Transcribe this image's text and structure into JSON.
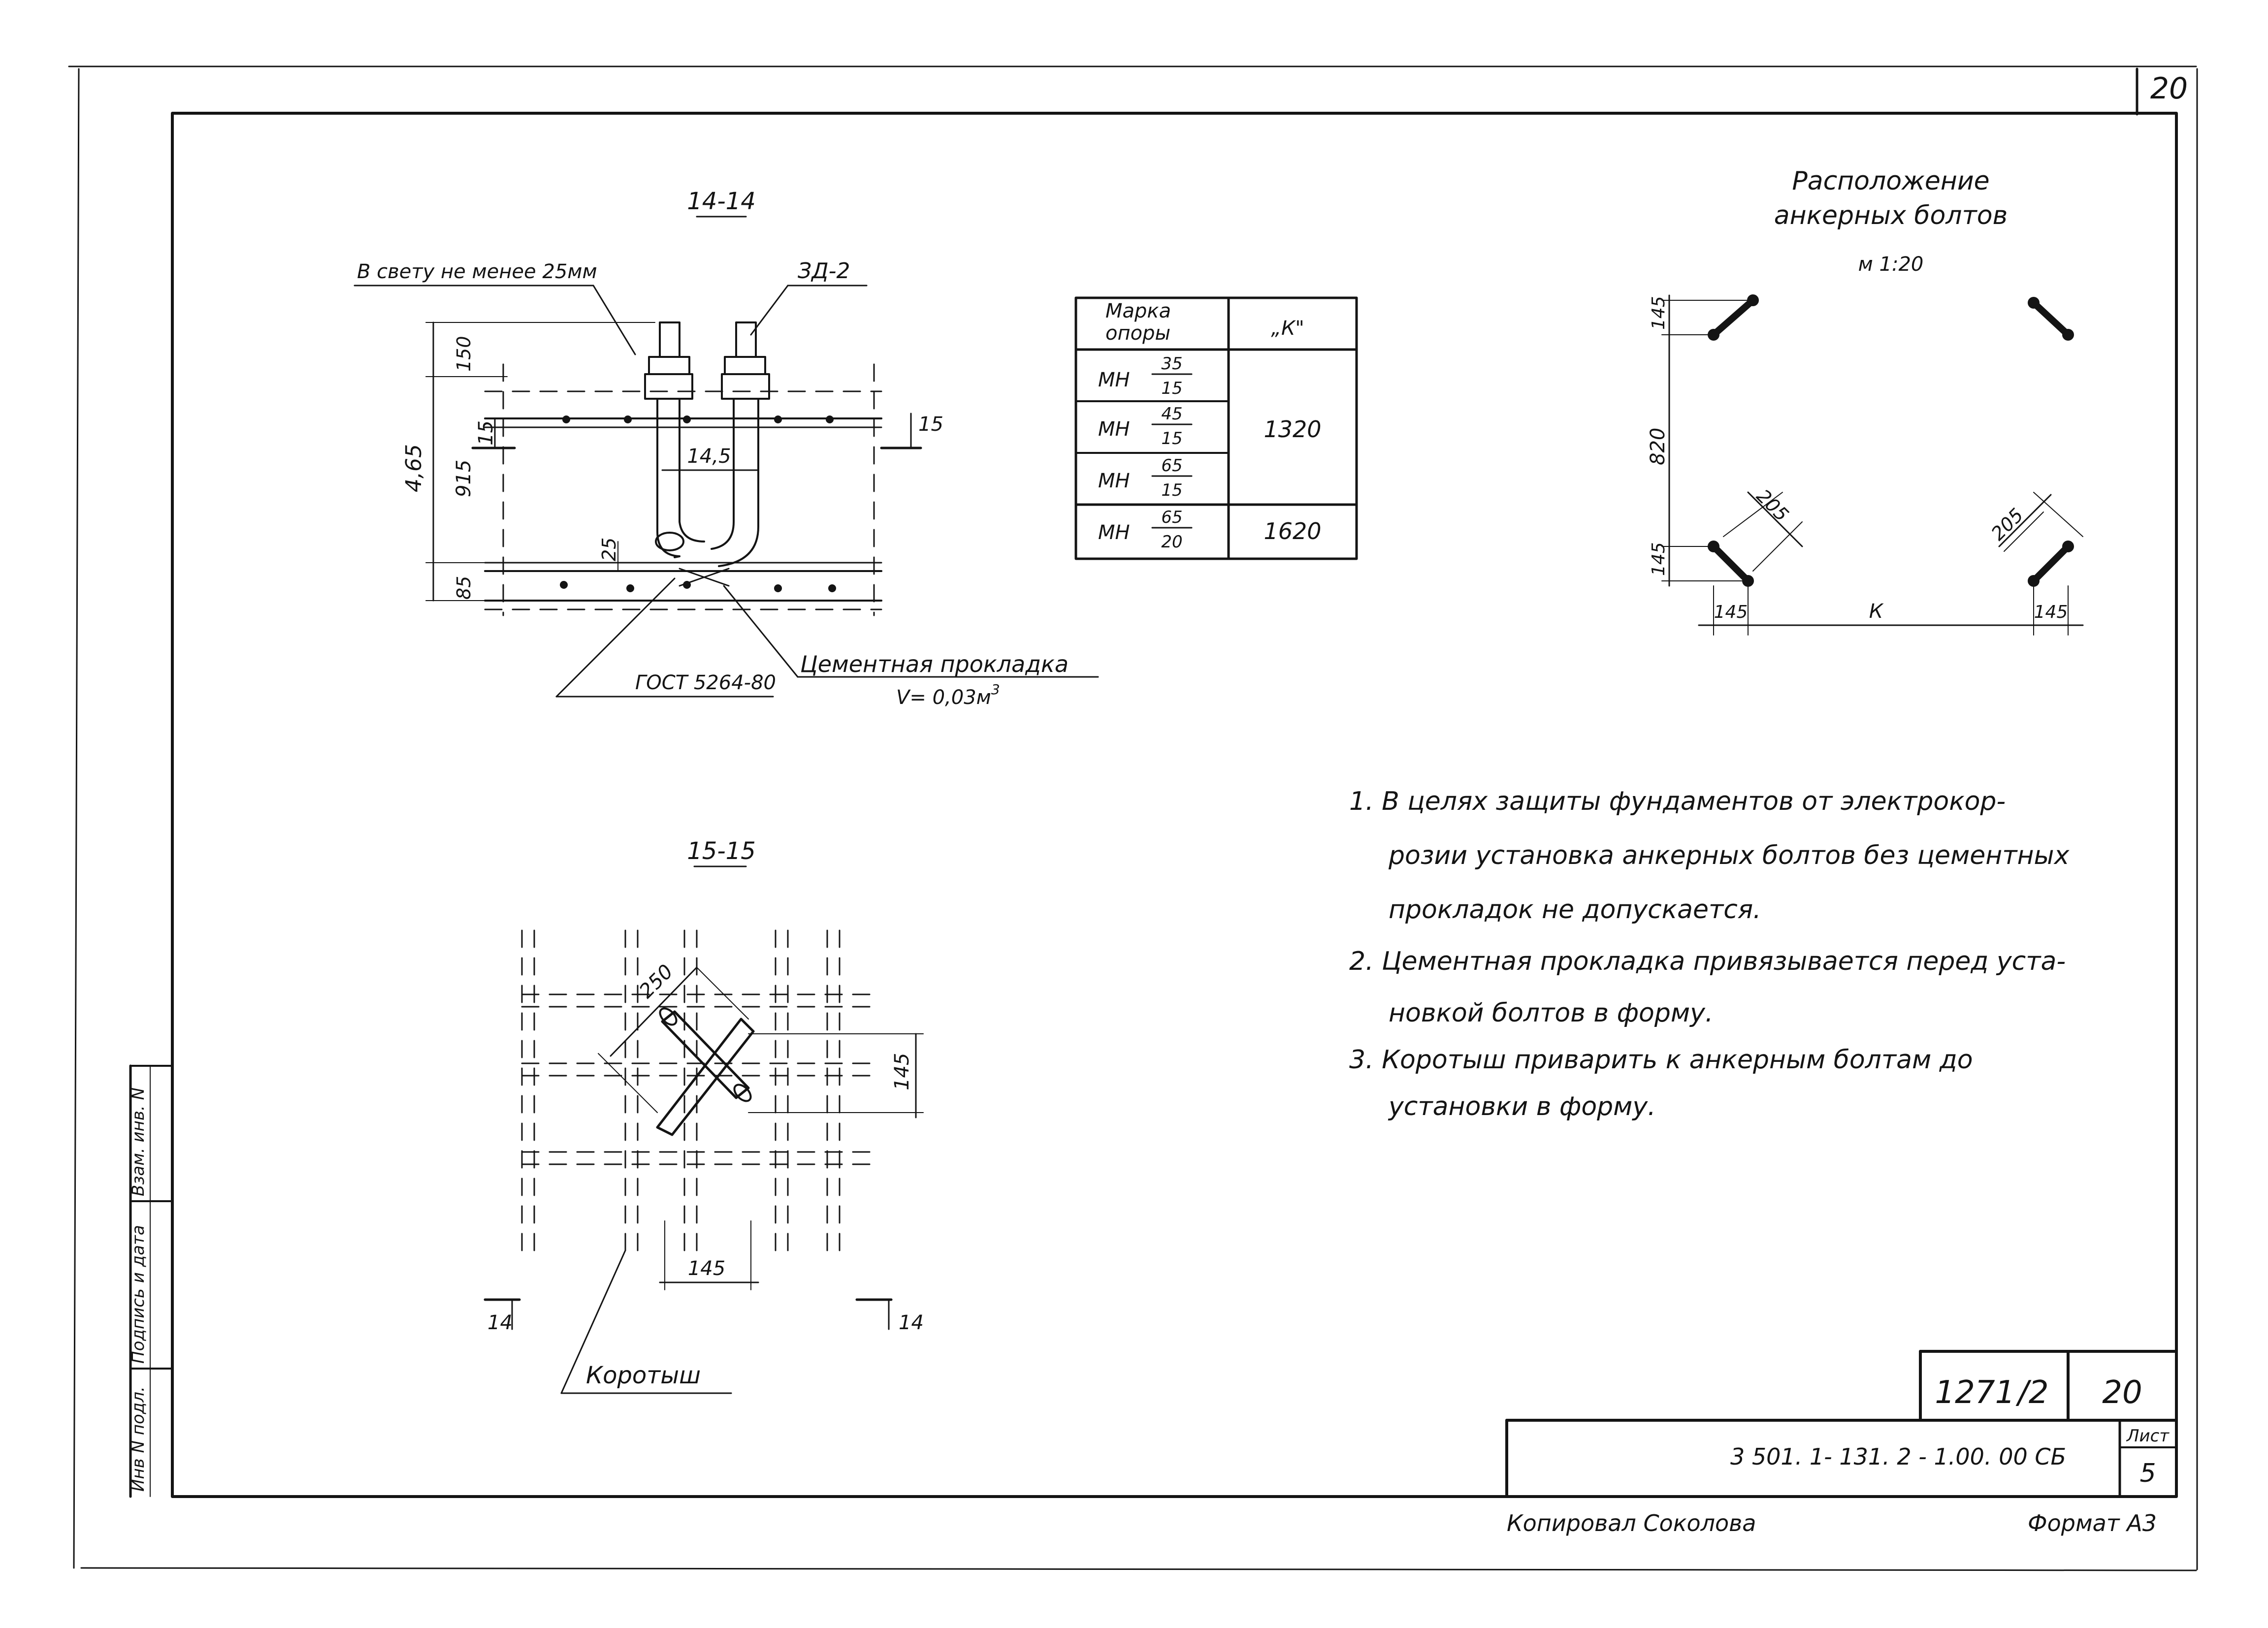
{
  "sheet": {
    "page_number": "20",
    "format_label": "Формат А3",
    "copied_by": "Копировал  Соколова"
  },
  "side_stamp": {
    "inv_podl": "Инв N подл.",
    "podpis_data": "Подпись и дата",
    "vzam_inv": "Взам. инв. N"
  },
  "section_14": {
    "title": "14-14",
    "note_clearance": "В свету не менее 25мм",
    "callout_zd": "ЗД-2",
    "dim_150": "150",
    "dim_465": "4,65",
    "dim_915": "915",
    "dim_25": "25",
    "dim_85": "85",
    "dim_145": "14,5",
    "mark_15_left": "15",
    "mark_15_right": "15",
    "gost": "ГОСТ  5264-80",
    "pad_label": "Цементная  прокладка",
    "pad_volume": "V= 0,03м",
    "pad_volume_sup": "3"
  },
  "section_15": {
    "title": "15-15",
    "dim_250": "250",
    "dim_145_right": "145",
    "dim_145_bottom": "145",
    "mark_14_left": "14",
    "mark_14_right": "14",
    "short_piece": "Коротыш"
  },
  "support_table": {
    "header_mark_1": "Марка",
    "header_mark_2": "опоры",
    "header_k": "„К\"",
    "rows": [
      {
        "prefix": "МН",
        "num": "35",
        "den": "15"
      },
      {
        "prefix": "МН",
        "num": "45",
        "den": "15"
      },
      {
        "prefix": "МН",
        "num": "65",
        "den": "15"
      },
      {
        "prefix": "МН",
        "num": "65",
        "den": "20"
      }
    ],
    "k_values": [
      "1320",
      "1620"
    ]
  },
  "bolt_layout": {
    "title_1": "Расположение",
    "title_2": "анкерных    болтов",
    "scale": "м 1:20",
    "dim_145_top": "145",
    "dim_820": "820",
    "dim_145_bottom": "145",
    "dim_205_left": "205",
    "dim_205_right": "205",
    "dim_145_left": "145",
    "dim_k": "К",
    "dim_145_right": "145"
  },
  "notes": [
    "1. В целях  защиты  фундаментов  от  электрокор-",
    "розии  установка  анкерных болтов  без цементных",
    "прокладок  не  допускается.",
    "2. Цементная  прокладка  привязывается  перед  уста-",
    "новкой  болтов  в  форму.",
    "3. Коротыш  приварить  к  анкерным  болтам  до",
    "установки   в  форму."
  ],
  "title_block": {
    "drawing_no": "1271",
    "drawing_sub": "2",
    "sheet_total": "20",
    "doc_code": "3 501. 1- 131. 2 - 1.00. 00  СБ",
    "list_label": "Лист",
    "list_number": "5"
  }
}
